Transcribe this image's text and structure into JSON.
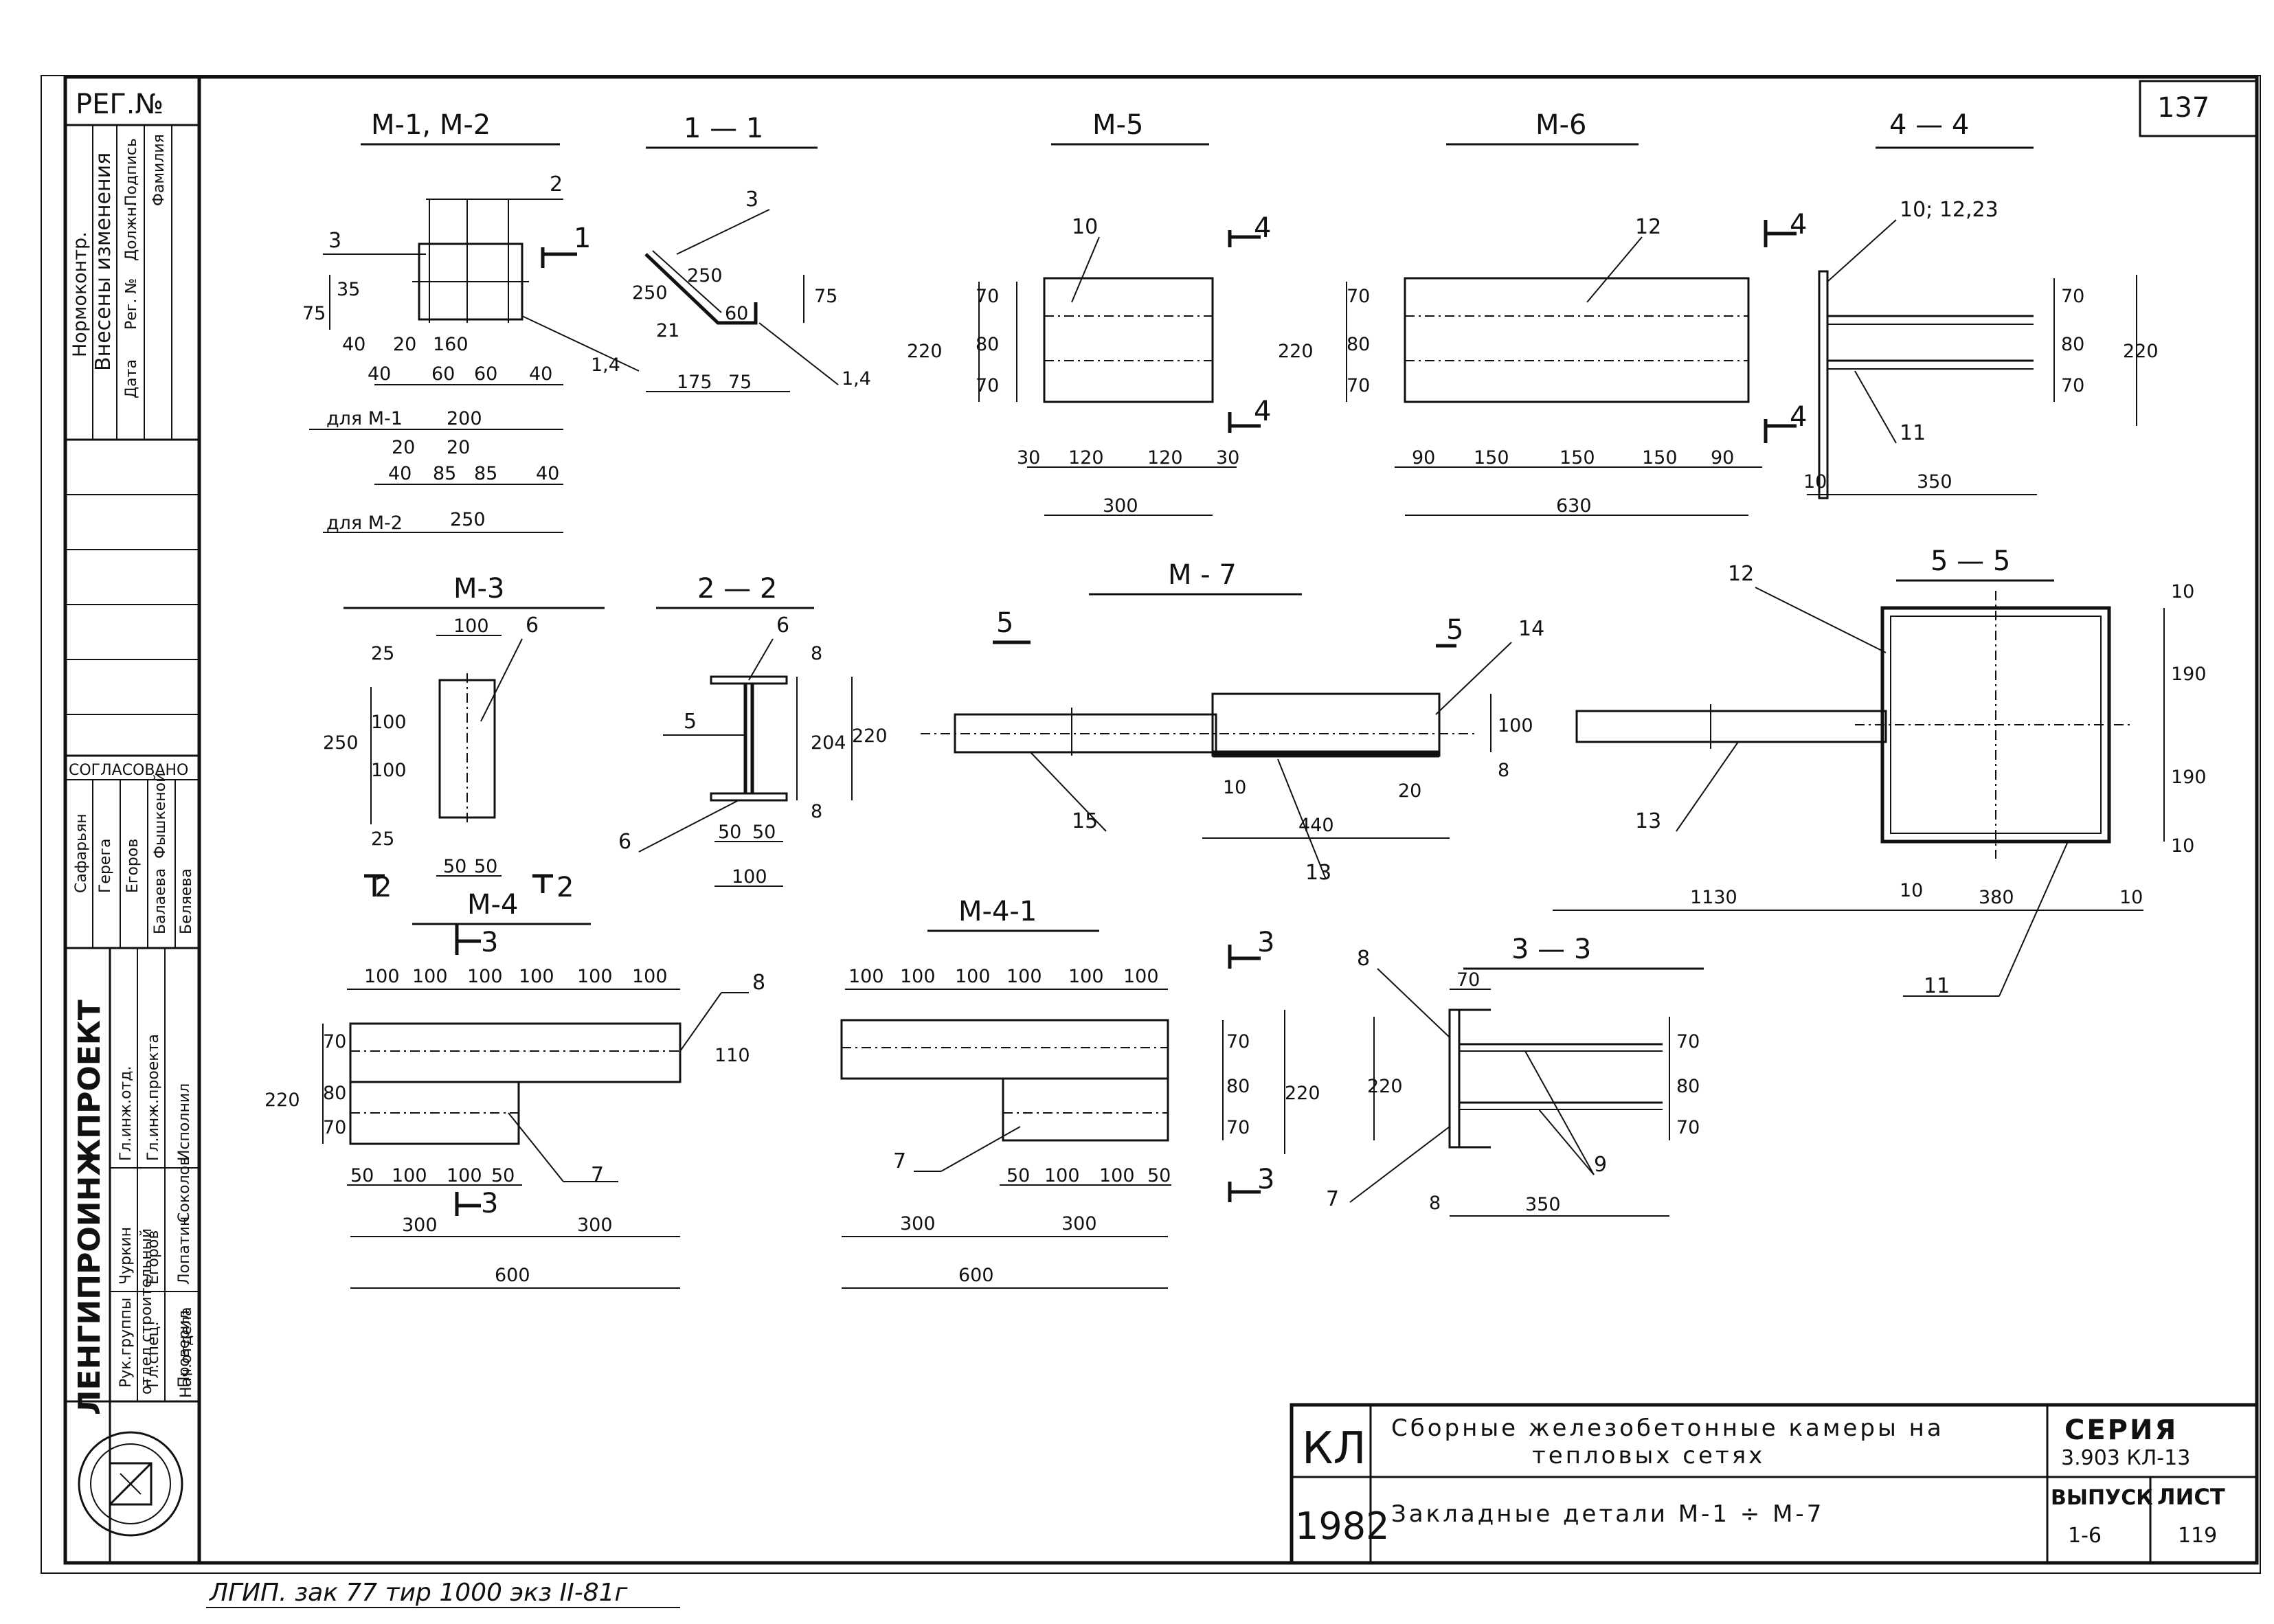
{
  "sheet": {
    "reg_no": "РЕГ.№",
    "sheet_corner_no": "137",
    "stamp_bottom": "ЛГИП. зак 77 тир 1000 экз II-81г"
  },
  "sidebar": {
    "changes_header": "Внесены изменения",
    "changes_cols": [
      "Дата",
      "Рег. №",
      "Должн.",
      "Подпись",
      "Фамилия"
    ],
    "normcontrol": "Нормоконтр.",
    "agreed": "СОГЛАСОВАНО",
    "agreed_names": [
      "Сафарьян",
      "Герега",
      "Егоров",
      "Фышкеной",
      "Балаева",
      "Беляева"
    ],
    "roles": [
      "Гл.инж.отд.",
      "Рук.группы",
      "Гл.инж.проекта",
      "Гл.спец.",
      "Исполнил",
      "Проверил"
    ],
    "names": [
      "Чуркин",
      "Егоров",
      "Лопатин",
      "Соколов"
    ],
    "dept": "отдел строительный",
    "head": "Нач.отдела",
    "org": "ЛЕНГИПРОИНЖПРОЕКТ"
  },
  "title_block": {
    "code": "КЛ",
    "year": "1982",
    "title_line1": "Сборные железобетонные камеры на",
    "title_line2": "тепловых сетях",
    "subtitle": "Закладные детали М-1 ÷ М-7",
    "series_label": "СЕРИЯ",
    "series_value": "3.903 КЛ-13",
    "issue_label": "ВЫПУСК",
    "issue_value": "1-6",
    "sheet_label": "ЛИСТ",
    "sheet_value": "119"
  },
  "views": {
    "m1m2": {
      "title": "М-1, М-2",
      "callouts": [
        "2",
        "3",
        "1"
      ],
      "weld": "1,4",
      "dims_v": [
        "75",
        "35",
        "40"
      ],
      "dims_top": [
        "20",
        "160"
      ],
      "dims_m1": [
        "40",
        "60",
        "60",
        "40"
      ],
      "label_m1": "для М-1",
      "total_m1": "200",
      "dims_top2": [
        "20",
        "20"
      ],
      "dims_m2": [
        "40",
        "85",
        "85",
        "40"
      ],
      "label_m2": "для М-2",
      "total_m2": "250"
    },
    "s11": {
      "title": "1 — 1",
      "callout": "3",
      "d250a": "250",
      "d250b": "250",
      "d21": "21",
      "d60": "60",
      "d75v": "75",
      "weld": "1,4",
      "d175": "175",
      "d75": "75"
    },
    "m5": {
      "title": "М-5",
      "callout": "10",
      "sec": "4",
      "dims_v": [
        "70",
        "80",
        "70"
      ],
      "total_v": "220",
      "dims_h": [
        "30",
        "120",
        "120",
        "30"
      ],
      "total_h": "300"
    },
    "m6": {
      "title": "М-6",
      "callout": "12",
      "dims_v": [
        "70",
        "80",
        "70"
      ],
      "total_v": "220",
      "dims_h": [
        "90",
        "150",
        "150",
        "150",
        "90"
      ],
      "total_h": "630"
    },
    "s44": {
      "title": "4 — 4",
      "callout": "10; 12,23",
      "callout2": "11",
      "dims_v": [
        "70",
        "80",
        "70"
      ],
      "total_v": "220",
      "d10": "10",
      "d350": "350",
      "sec": "4"
    },
    "m3": {
      "title": "М-3",
      "callout": "6",
      "d100": "100",
      "dims_v": [
        "25",
        "100",
        "100",
        "25"
      ],
      "total_v": "250",
      "dims_h": [
        "50",
        "50"
      ],
      "sec": "2"
    },
    "s22": {
      "title": "2 — 2",
      "callouts": [
        "6",
        "5",
        "6"
      ],
      "dims_v": [
        "8",
        "204",
        "8"
      ],
      "total_v": "220",
      "dims_h": [
        "50",
        "50"
      ],
      "total_h": "100"
    },
    "m7": {
      "title": "М - 7",
      "sec": "5",
      "callouts": [
        "14",
        "15",
        "13"
      ],
      "d100": "100",
      "d8": "8",
      "d10a": "10",
      "d440": "440",
      "d20": "20"
    },
    "s55": {
      "title": "5 — 5",
      "callouts": [
        "12",
        "13",
        "11"
      ],
      "dims_v": [
        "10",
        "190",
        "190",
        "10"
      ],
      "d1130": "1130",
      "d10a": "10",
      "d380": "380",
      "d10b": "10"
    },
    "m4": {
      "title": "М-4",
      "sec": "3",
      "dims_top": [
        "100",
        "100",
        "100",
        "100",
        "100",
        "100"
      ],
      "callouts": [
        "8",
        "7"
      ],
      "dims_v": [
        "70",
        "80",
        "70"
      ],
      "total_v": "220",
      "d110": "110",
      "dims_bot": [
        "50",
        "100",
        "100",
        "50"
      ],
      "halves": [
        "300",
        "300"
      ],
      "total": "600"
    },
    "m41": {
      "title": "М-4-1",
      "sec": "3",
      "dims_top": [
        "100",
        "100",
        "100",
        "100",
        "100",
        "100"
      ],
      "callouts": [
        "7"
      ],
      "dims_v": [
        "70",
        "80",
        "70"
      ],
      "total_v": "220",
      "dims_bot": [
        "50",
        "100",
        "100",
        "50"
      ],
      "halves": [
        "300",
        "300"
      ],
      "total": "600"
    },
    "s33": {
      "title": "3 — 3",
      "callouts": [
        "8",
        "9",
        "7"
      ],
      "d70": "70",
      "dims_v": [
        "70",
        "80",
        "70"
      ],
      "total_v": "220",
      "d8": "8",
      "d350": "350"
    }
  }
}
